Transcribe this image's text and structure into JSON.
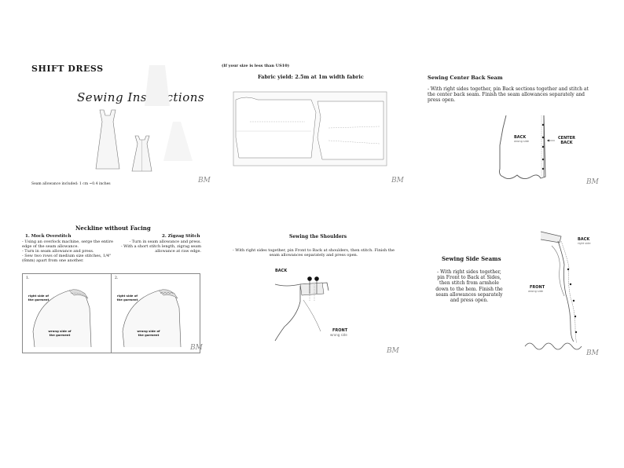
{
  "logo_text": "BM",
  "panel1": {
    "title": "SHIFT DRESS",
    "subtitle": "Sewing Instructions",
    "seam_note": "Seam allowance included: 1 cm ~0.4 inches"
  },
  "panel2": {
    "note": "(If your size is less than  US10)",
    "title": "Fabric yield: 2.5m at 1m width fabric"
  },
  "panel3": {
    "title": "Sewing Center Back Seam",
    "body": "- With right sides together, pin Back sections together and stitch at the center back seam. Finish the seam allowances separately and press open.",
    "label_back": "BACK",
    "label_back_sub": "wrong side",
    "label_center_back": "CENTER BACK"
  },
  "panel4": {
    "title": "Neckline without Facing",
    "step1_title": "1.  Mock Overstitch",
    "step1_body": "- Using an overlock machine, serge the entire edge of the seam allowance.\n- Turn in seam allowance and press.\n- Sew two rows of medium size stitches, 1/4\" (6mm) apart from one another.",
    "step2_title": "2.  Zigzag Stitch",
    "step2_body": "- Turn in seam allowance and press.\n- With a short stitch length, zigrag seam allowance at raw edge.",
    "fig1_num": "1.",
    "fig2_num": "2.",
    "right_side": "right side of the garment",
    "wrong_side": "wrong side of the garment"
  },
  "panel5": {
    "title": "Sewing the Shoulders",
    "body": "- With right sides together, pin Front to Back at shoulders, then stitch. Finish the seam allowances separately and press open.",
    "label_back": "BACK",
    "label_front": "FRONT",
    "label_front_sub": "wrong side"
  },
  "panel6": {
    "title": "Sewing Side Seams",
    "body": "- With right sides together, pin Front to Back at Sides, then stitch from armhole down to the hem. Finish the seam allowances separately and press open.",
    "label_back": "BACK",
    "label_back_sub": "right side",
    "label_front": "FRONT",
    "label_front_sub": "wrong side"
  }
}
